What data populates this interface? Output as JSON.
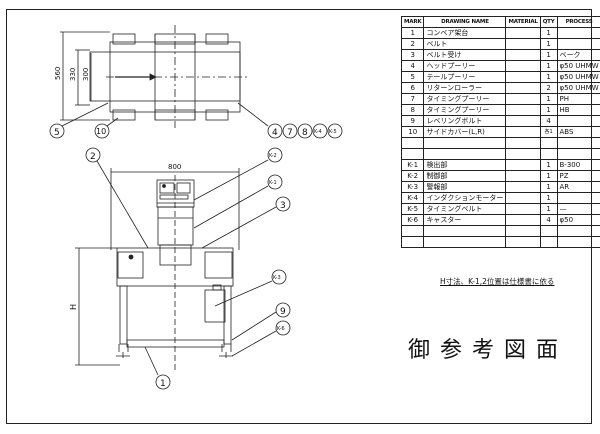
{
  "table": {
    "headers": {
      "mark": "MARK",
      "name": "DRAWING NAME",
      "material": "MATERIAL",
      "qty": "QTY",
      "process": "PROCESS"
    },
    "rows": [
      {
        "mark": "1",
        "name": "コンベア架台",
        "material": "",
        "qty": "1",
        "process": ""
      },
      {
        "mark": "2",
        "name": "ベルト",
        "material": "",
        "qty": "1",
        "process": ""
      },
      {
        "mark": "3",
        "name": "ベルト受け",
        "material": "",
        "qty": "1",
        "process": "ベーク"
      },
      {
        "mark": "4",
        "name": "ヘッドプーリー",
        "material": "",
        "qty": "1",
        "process": "φ50 UHMW"
      },
      {
        "mark": "5",
        "name": "テールプーリー",
        "material": "",
        "qty": "1",
        "process": "φ50 UHMW"
      },
      {
        "mark": "6",
        "name": "リターンローラー",
        "material": "",
        "qty": "2",
        "process": "φ50 UHMW"
      },
      {
        "mark": "7",
        "name": "タイミングプーリー",
        "material": "",
        "qty": "1",
        "process": "PH"
      },
      {
        "mark": "8",
        "name": "タイミングプーリー",
        "material": "",
        "qty": "1",
        "process": "HB"
      },
      {
        "mark": "9",
        "name": "レベリングボルト",
        "material": "",
        "qty": "4",
        "process": ""
      },
      {
        "mark": "10",
        "name": "サイドカバー(L,R)",
        "material": "",
        "qty": "各1",
        "process": "ABS"
      },
      {
        "mark": "",
        "name": "",
        "material": "",
        "qty": "",
        "process": ""
      },
      {
        "mark": "",
        "name": "",
        "material": "",
        "qty": "",
        "process": ""
      },
      {
        "mark": "K-1",
        "name": "検出部",
        "material": "",
        "qty": "1",
        "process": "B-300"
      },
      {
        "mark": "K-2",
        "name": "制御部",
        "material": "",
        "qty": "1",
        "process": "PZ"
      },
      {
        "mark": "K-3",
        "name": "警報部",
        "material": "",
        "qty": "1",
        "process": "AR"
      },
      {
        "mark": "K-4",
        "name": "インダクションモーター",
        "material": "",
        "qty": "1",
        "process": ""
      },
      {
        "mark": "K-5",
        "name": "タイミングベルト",
        "material": "",
        "qty": "1",
        "process": "—"
      },
      {
        "mark": "K-6",
        "name": "キャスター",
        "material": "",
        "qty": "4",
        "process": "φ50"
      },
      {
        "mark": "",
        "name": "",
        "material": "",
        "qty": "",
        "process": ""
      },
      {
        "mark": "",
        "name": "",
        "material": "",
        "qty": "",
        "process": ""
      }
    ]
  },
  "note": "H寸法、K-1,2位置は仕様書に依る",
  "title": "御参考図面",
  "dims": {
    "d560": "560",
    "d330": "330",
    "d300": "300",
    "d800": "800",
    "h": "H"
  },
  "balloons": {
    "b5": "5",
    "b10": "10",
    "b4": "4",
    "b7": "7",
    "b8": "8",
    "bk4": "K-4",
    "bk5": "K-5",
    "b2": "2",
    "bk2": "K-2",
    "bk1": "K-1",
    "b3": "3",
    "bk3": "K-3",
    "b9": "9",
    "bk6": "K-6",
    "b1": "1"
  }
}
